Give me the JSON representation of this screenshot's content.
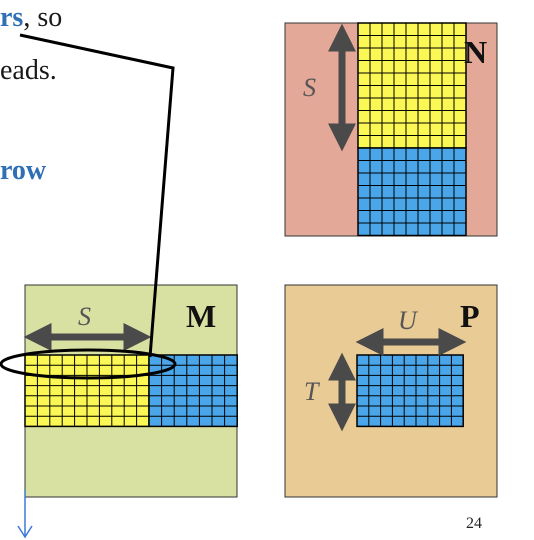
{
  "slide": {
    "line1_bold": "rs",
    "line1_rest": ", so",
    "line2": "eads.",
    "line3_bold": "row",
    "page_number": "24"
  },
  "matrices": {
    "N": {
      "name": "N",
      "dim_label": "S"
    },
    "M": {
      "name": "M",
      "dim_label": "S"
    },
    "P": {
      "name": "P",
      "width_label": "U",
      "height_label": "T"
    }
  },
  "colors": {
    "n_background": "#e3a897",
    "m_background": "#d9e1a2",
    "p_background": "#e9cb96",
    "yellow_tile": "#fbf754",
    "blue_tile": "#4aa6e8",
    "arrow": "#4a4a4a",
    "text_blue": "#2f6fb5",
    "cursor_blue": "#3b7ad9"
  }
}
